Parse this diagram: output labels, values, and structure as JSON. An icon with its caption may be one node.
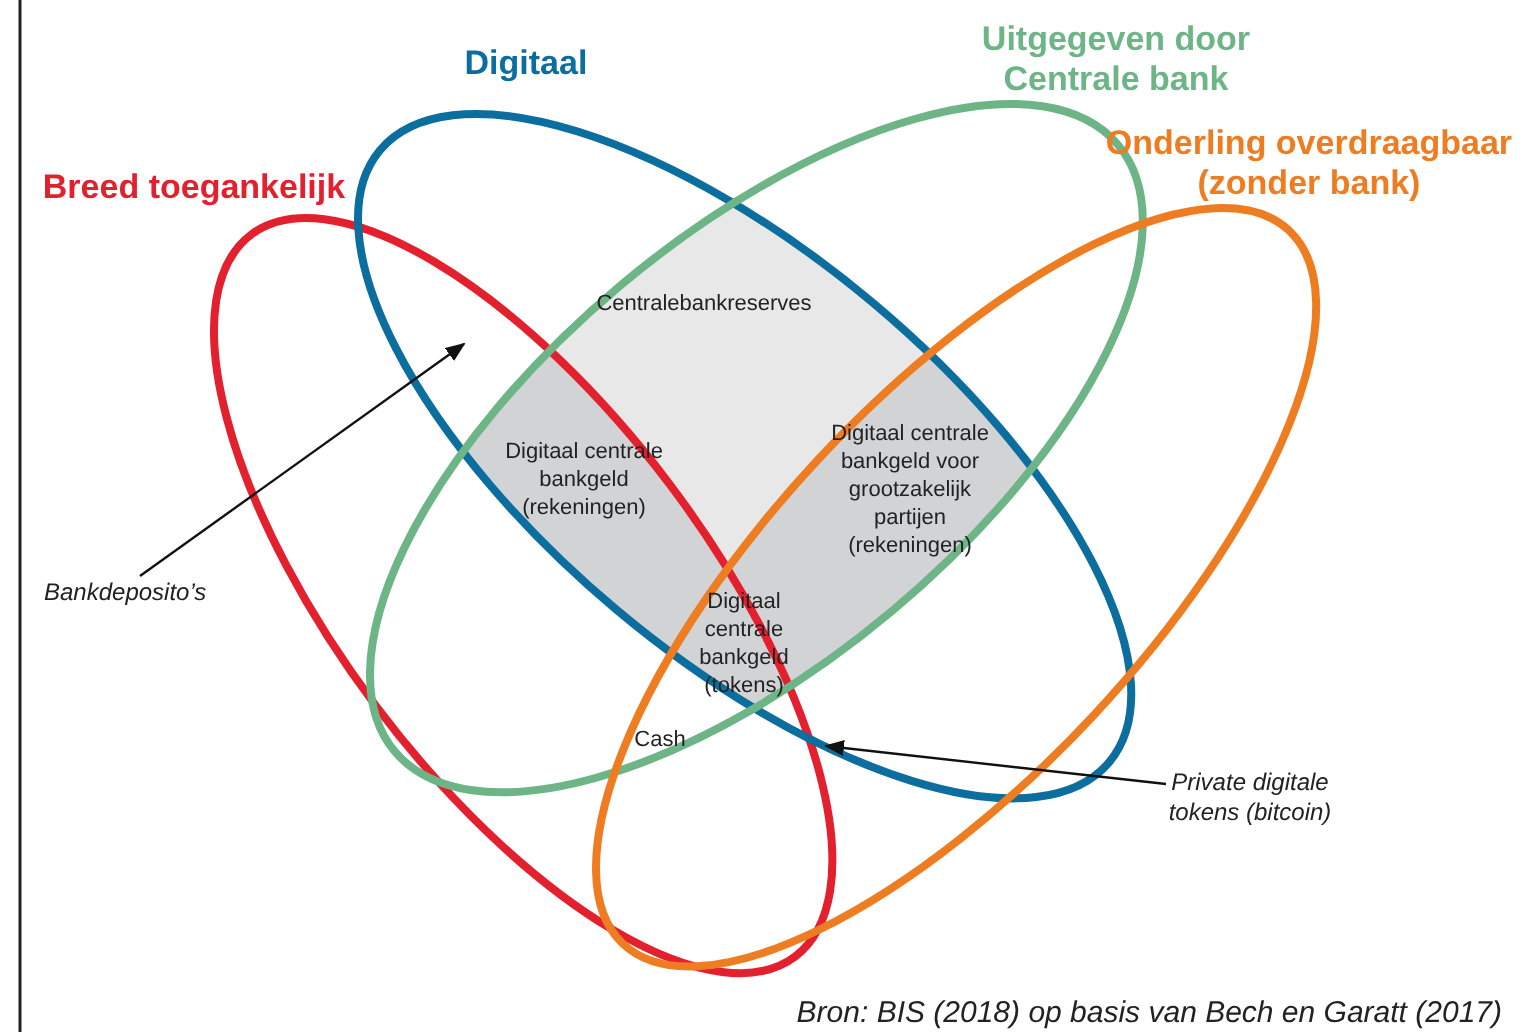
{
  "diagram": {
    "caption": "Bron: BIS (2018) op basis van Bech en Garatt (2017)",
    "nodes": [
      {
        "text": [
          "Breed toegankelijk"
        ]
      },
      {
        "text": [
          "Digitaal"
        ]
      },
      {
        "text": [
          "Uitgegeven door Centrale bank"
        ]
      },
      {
        "text": [
          "Onderling overdraagbaar (zonder bank)"
        ]
      },
      {
        "text": [
          "Bankdeposito’s"
        ]
      },
      {
        "text": [
          "Private digitale tokens (bitcoin)"
        ]
      }
    ],
    "edges": [
      {
        "from": 4,
        "to": 0,
        "arrow": "to"
      },
      {
        "from": 5,
        "to": 0,
        "arrow": "to"
      }
    ],
    "labels": [
      "Centralebankreserves",
      "Digitaal centrale bankgeld (rekeningen)",
      "Digitaal centrale bankgeld voor grootzakelijk partijen (rekeningen)",
      "Digitaal centrale bankgeld (tokens)",
      "Cash"
    ]
  }
}
